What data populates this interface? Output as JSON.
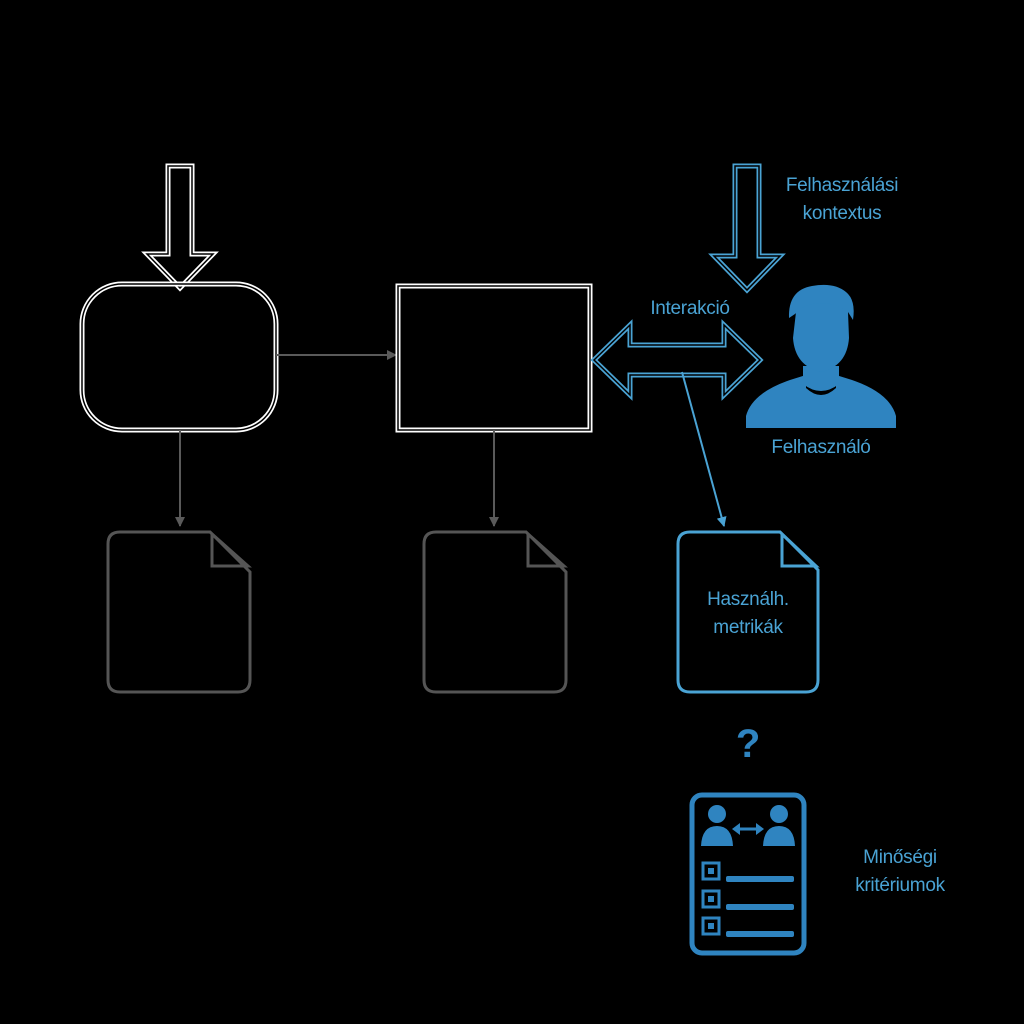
{
  "labels": {
    "usage_context_line1": "Felhasználási",
    "usage_context_line2": "kontextus",
    "interaction": "Interakció",
    "user": "Felhasználó",
    "usage_metrics_line1": "Használh.",
    "usage_metrics_line2": "metrikák",
    "question_mark": "?",
    "quality_criteria_line1": "Minőségi",
    "quality_criteria_line2": "kritériumok"
  },
  "icons": {
    "user": "user-icon",
    "quality_criteria": "criteria-document-icon",
    "document": "document-icon"
  },
  "colors": {
    "background": "#000000",
    "accent_blue": "#2f84c0",
    "light_blue": "#4aa3d4",
    "white": "#ffffff",
    "gray": "#555555"
  }
}
